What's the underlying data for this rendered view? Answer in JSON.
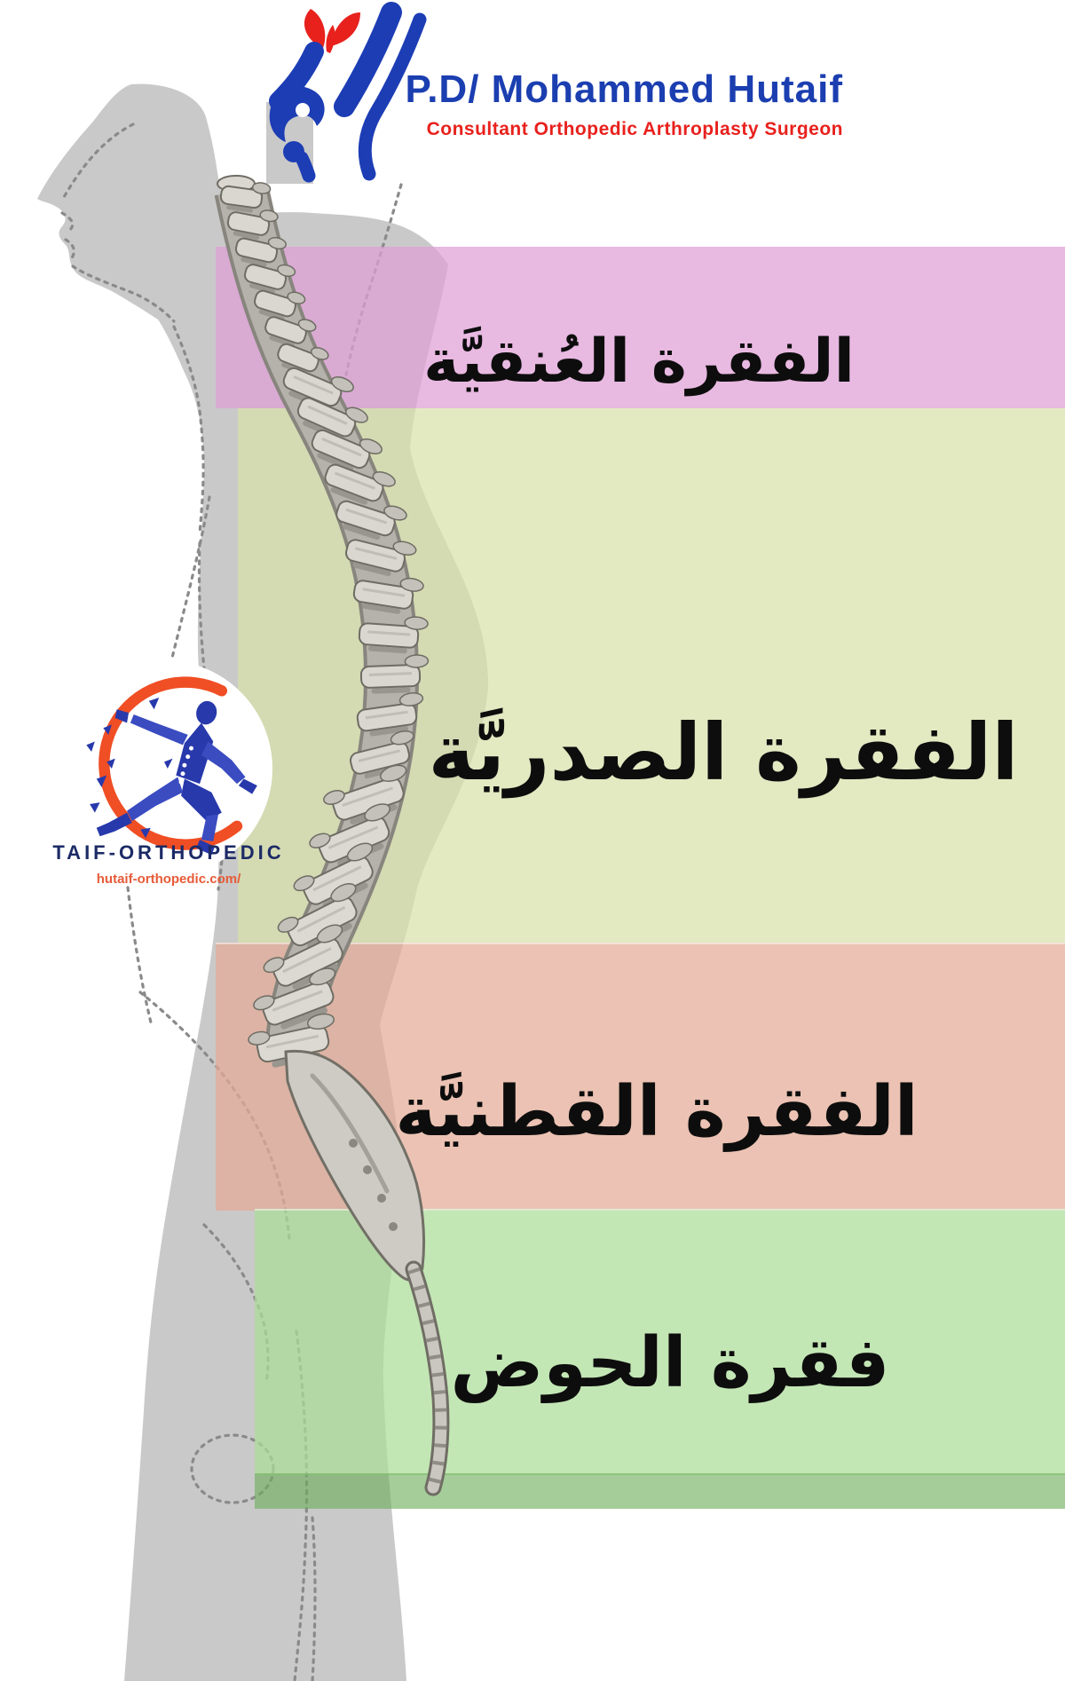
{
  "header": {
    "doctor_name": "P.D/ Mohammed Hutaif",
    "doctor_title": "Consultant Orthopedic Arthroplasty Surgeon",
    "name_color": "#1b3eb0",
    "title_color": "#e8211d",
    "logo_icon": "knee-joint-logo"
  },
  "clinic_badge": {
    "name": "TAIF-ORTHOPEDIC",
    "website": "hutaif-orthopedic.com/",
    "name_color": "#1c2a66",
    "website_color": "#e65b38",
    "icon": "running-man",
    "arc_color": "#f04e24",
    "figure_color": "#2839ac"
  },
  "spine_segments": [
    {
      "id": "cervical",
      "label": "الفقرة العُنقيَّة",
      "band_color": "#e9bce3"
    },
    {
      "id": "thoracic",
      "label": "الفقرة الصدريَّة",
      "band_color": "#e6ecc5"
    },
    {
      "id": "lumbar",
      "label": "الفقرة القطنيَّة",
      "band_color": "#edc7b8"
    },
    {
      "id": "pelvic",
      "label": "فقرة الحوض",
      "band_color": "#c8e8bb"
    }
  ],
  "illustration": {
    "subject": "human-side-profile-with-spine",
    "silhouette_color": "#c9c9c9",
    "bone_color": "#d8d6cf"
  }
}
